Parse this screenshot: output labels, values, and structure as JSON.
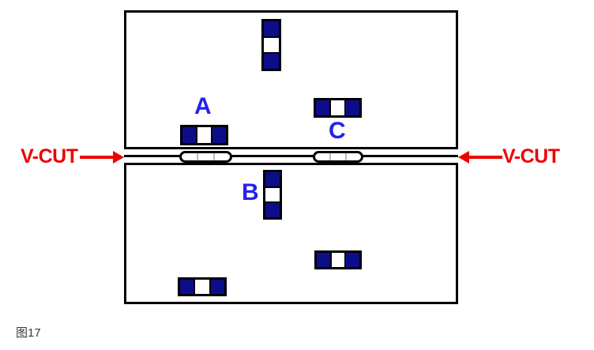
{
  "figure_caption": "图17",
  "annotations": {
    "vcut_left": "V-CUT",
    "vcut_right": "V-CUT",
    "label_a": "A",
    "label_b": "B",
    "label_c": "C"
  },
  "diagram": {
    "type": "pcb-vcut-panelization",
    "panels": [
      "upper",
      "lower"
    ],
    "breakaway_slots_on_cut_line": 2,
    "components": [
      {
        "id": "top-vertical",
        "orientation": "vertical",
        "panel": "upper",
        "label": ""
      },
      {
        "id": "a",
        "orientation": "horizontal",
        "panel": "upper",
        "label": "A"
      },
      {
        "id": "c",
        "orientation": "horizontal",
        "panel": "upper",
        "label": "C"
      },
      {
        "id": "b",
        "orientation": "vertical",
        "panel": "lower",
        "label": "B"
      },
      {
        "id": "lower-right",
        "orientation": "horizontal",
        "panel": "lower",
        "label": ""
      },
      {
        "id": "lower-left",
        "orientation": "horizontal",
        "panel": "lower",
        "label": ""
      }
    ]
  },
  "colors": {
    "chip_navy": "#0d0d8a",
    "outline_black": "#000000",
    "label_blue": "#2222ee",
    "vcut_red": "#ee0000",
    "slot_divider_gray": "#bbbbbb",
    "caption_gray": "#3a3a3a"
  }
}
